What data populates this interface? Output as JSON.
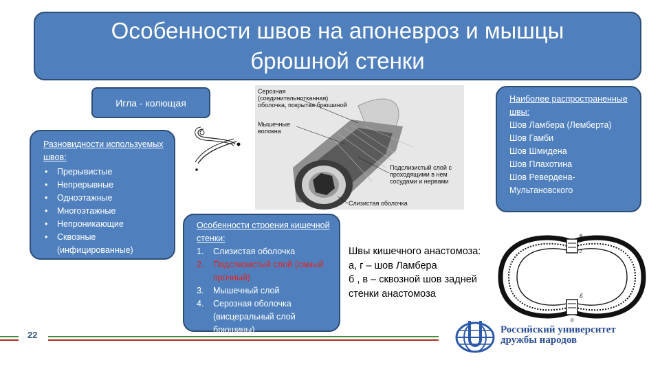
{
  "title": "Особенности швов на апоневроз и мышцы брюшной стенки",
  "needle_label": "Игла - колющая",
  "varieties": {
    "heading": "Разновидности используемых швов:",
    "items": [
      "Прерывистые",
      "Непрерывные",
      "Одноэтажные",
      "Многоэтажные",
      "Непроникающие",
      "Сквозные (инфицированные)"
    ]
  },
  "structure": {
    "heading": "Особенности строения кишечной стенки:",
    "items": [
      {
        "num": "1.",
        "text": "Слизистая оболочка"
      },
      {
        "num": "2.",
        "text": "Подслизистый слой (самый прочный)"
      },
      {
        "num": "3.",
        "text": "Мышечный слой"
      },
      {
        "num": "4.",
        "text": "Серозная оболочка (висцеральный слой брюшины)"
      }
    ]
  },
  "sutures": {
    "heading": "Наиболее распространенные швы:",
    "items": [
      "Шов Ламбера (Лемберта)",
      "Шов Гамби",
      "Шов Шмидена",
      "Шов Плахотина",
      "Шов Ревердена-Мультановского"
    ]
  },
  "photo_labels": {
    "serosa": "Серозная (соединительнотканная) оболочка, покрытая брюшиной",
    "muscle": "Мышечные волокна",
    "submucosa": "Подслизистый слой с проходящими в нем сосудами и нервами",
    "mucosa": "Слизистая оболочка"
  },
  "caption": [
    "Швы кишечного анастомоза:",
    "а, г – шов Ламбера",
    "б , в – сквозной шов задней стенки анастомоза"
  ],
  "diagram_letters": {
    "a": "а",
    "b": "б",
    "v": "в",
    "g": "г"
  },
  "page_number": "22",
  "university": [
    "Российский университет",
    "дружбы народов"
  ],
  "colors": {
    "box_fill": "#4f80bd",
    "box_border": "#2c4d75",
    "highlight": "#e8211c",
    "footer_green": "#3f8f3a",
    "footer_red": "#b3261e",
    "logo_blue": "#2b5aa8"
  }
}
